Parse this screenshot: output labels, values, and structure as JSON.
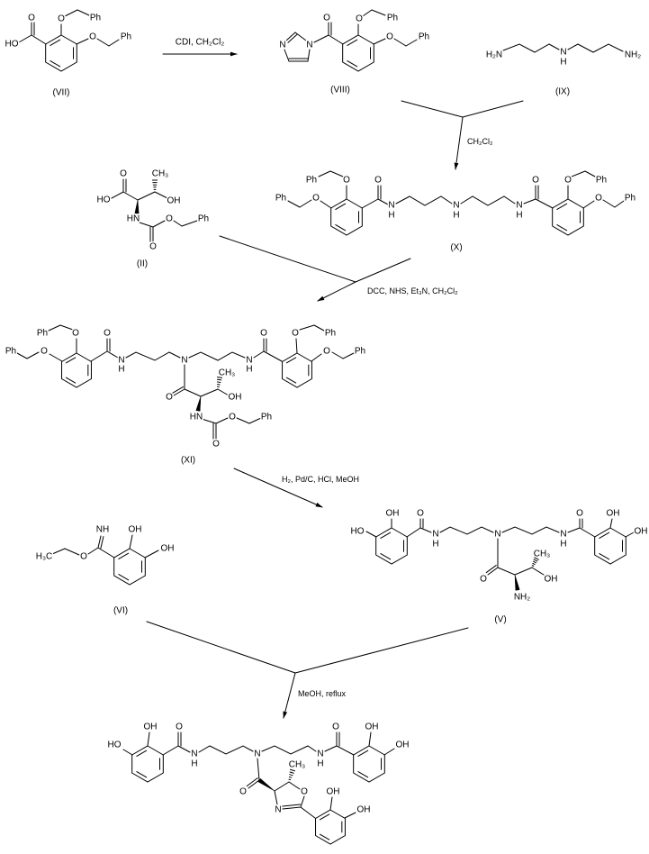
{
  "compounds": {
    "VII": {
      "label": "(VII)",
      "atoms": [
        "O",
        "HO",
        "O",
        "Ph",
        "O",
        "Ph"
      ]
    },
    "VIII": {
      "label": "(VIII)",
      "atoms": [
        "O",
        "N",
        "N",
        "O",
        "Ph",
        "O",
        "Ph"
      ]
    },
    "IX": {
      "label": "(IX)",
      "atoms": [
        "H₂N",
        "N",
        "H",
        "NH₂"
      ]
    },
    "X": {
      "label": "(X)",
      "atoms": [
        "O",
        "N",
        "H",
        "N",
        "H",
        "N",
        "H",
        "O",
        "O",
        "Ph",
        "O",
        "Ph",
        "O",
        "Ph",
        "O",
        "Ph"
      ]
    },
    "II": {
      "label": "(II)",
      "atoms": [
        "O",
        "HO",
        "CH₃",
        "OH",
        "HN",
        "O",
        "O",
        "Ph"
      ]
    },
    "XI": {
      "label": "(XI)",
      "atoms": [
        "O",
        "N",
        "H",
        "N",
        "N",
        "H",
        "O",
        "O",
        "Ph",
        "O",
        "Ph",
        "O",
        "Ph",
        "O",
        "Ph",
        "O",
        "CH₃",
        "OH",
        "HN",
        "O",
        "O",
        "Ph"
      ]
    },
    "VI": {
      "label": "(VI)",
      "atoms": [
        "H₃C",
        "O",
        "NH",
        "OH",
        "OH"
      ]
    },
    "V": {
      "label": "(V)",
      "atoms": [
        "HO",
        "OH",
        "O",
        "N",
        "H",
        "N",
        "N",
        "H",
        "O",
        "OH",
        "OH",
        "O",
        "CH₃",
        "OH",
        "NH₂"
      ]
    },
    "product": {
      "atoms": [
        "HO",
        "OH",
        "O",
        "N",
        "H",
        "N",
        "N",
        "H",
        "O",
        "OH",
        "OH",
        "O",
        "CH₃",
        "O",
        "N",
        "OH",
        "OH"
      ]
    }
  },
  "reagents": {
    "step1": "CDI, CH₂Cl₂",
    "step2": "CH₂Cl₂",
    "step3": "DCC, NHS, Et₃N, CH₂Cl₂",
    "step4": "H₂, Pd/C, HCl, MeOH",
    "step5": "MeOH, reflux"
  }
}
